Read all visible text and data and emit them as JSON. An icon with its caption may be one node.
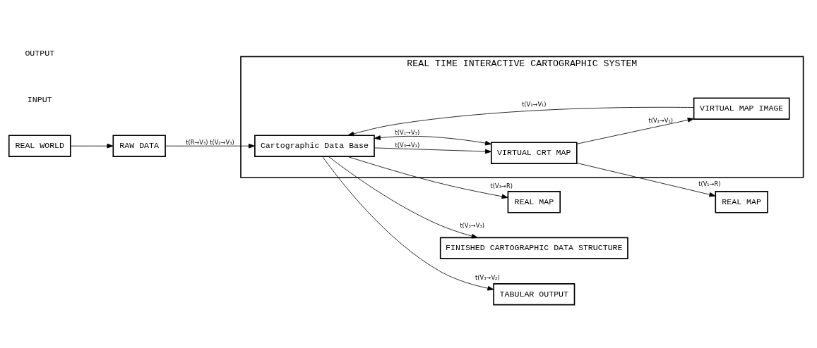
{
  "diagram": {
    "nodes": [
      {
        "text": [
          "REAL TIME INTERACTIVE CARTOGRAPHIC SYSTEM"
        ]
      },
      {
        "text": [
          "RAW DATA"
        ]
      },
      {
        "text": [
          "Cartographic Data Base"
        ],
        "in": 0
      },
      {
        "text": [
          "VIRTUAL CRT MAP"
        ],
        "in": 0
      },
      {
        "text": [
          "VIRTUAL MAP IMAGE"
        ],
        "in": 0
      },
      {
        "text": [
          "REAL WORLD"
        ]
      },
      {
        "text": [
          "REAL MAP"
        ]
      },
      {
        "text": [
          "FINISHED CARTOGRAPHIC DATA STRUCTURE"
        ]
      },
      {
        "text": [
          "TABULAR OUTPUT"
        ]
      },
      {
        "text": [
          "REAL MAP"
        ]
      }
    ],
    "edges": [
      {
        "from": 5,
        "to": 1,
        "arrow": "to"
      },
      {
        "from": 1,
        "to": 2,
        "arrow": "to",
        "label": "t(R→V₃) t(V₂→V₃)"
      },
      {
        "from": 2,
        "to": 3,
        "arrow": "to",
        "label": "t(V₃→V₁)"
      },
      {
        "from": 3,
        "to": 4,
        "arrow": "to",
        "label": "t(V₁→V₁)"
      },
      {
        "from": 4,
        "to": 2,
        "arrow": "to",
        "label": "t(V₁→V₁)"
      },
      {
        "from": 3,
        "to": 2,
        "arrow": "both",
        "label": "t(V₁→V₃)"
      },
      {
        "from": 2,
        "to": 6,
        "arrow": "to",
        "label": "t(V₃→R)"
      },
      {
        "from": 2,
        "to": 7,
        "arrow": "to",
        "label": "t(V₃→V₃)"
      },
      {
        "from": 2,
        "to": 8,
        "arrow": "to",
        "label": "t(V₃→V₂)"
      },
      {
        "from": 3,
        "to": 9,
        "arrow": "to",
        "label": "t(V₁→R)"
      }
    ],
    "labels": [
      "INPUT",
      "OUTPUT"
    ]
  }
}
